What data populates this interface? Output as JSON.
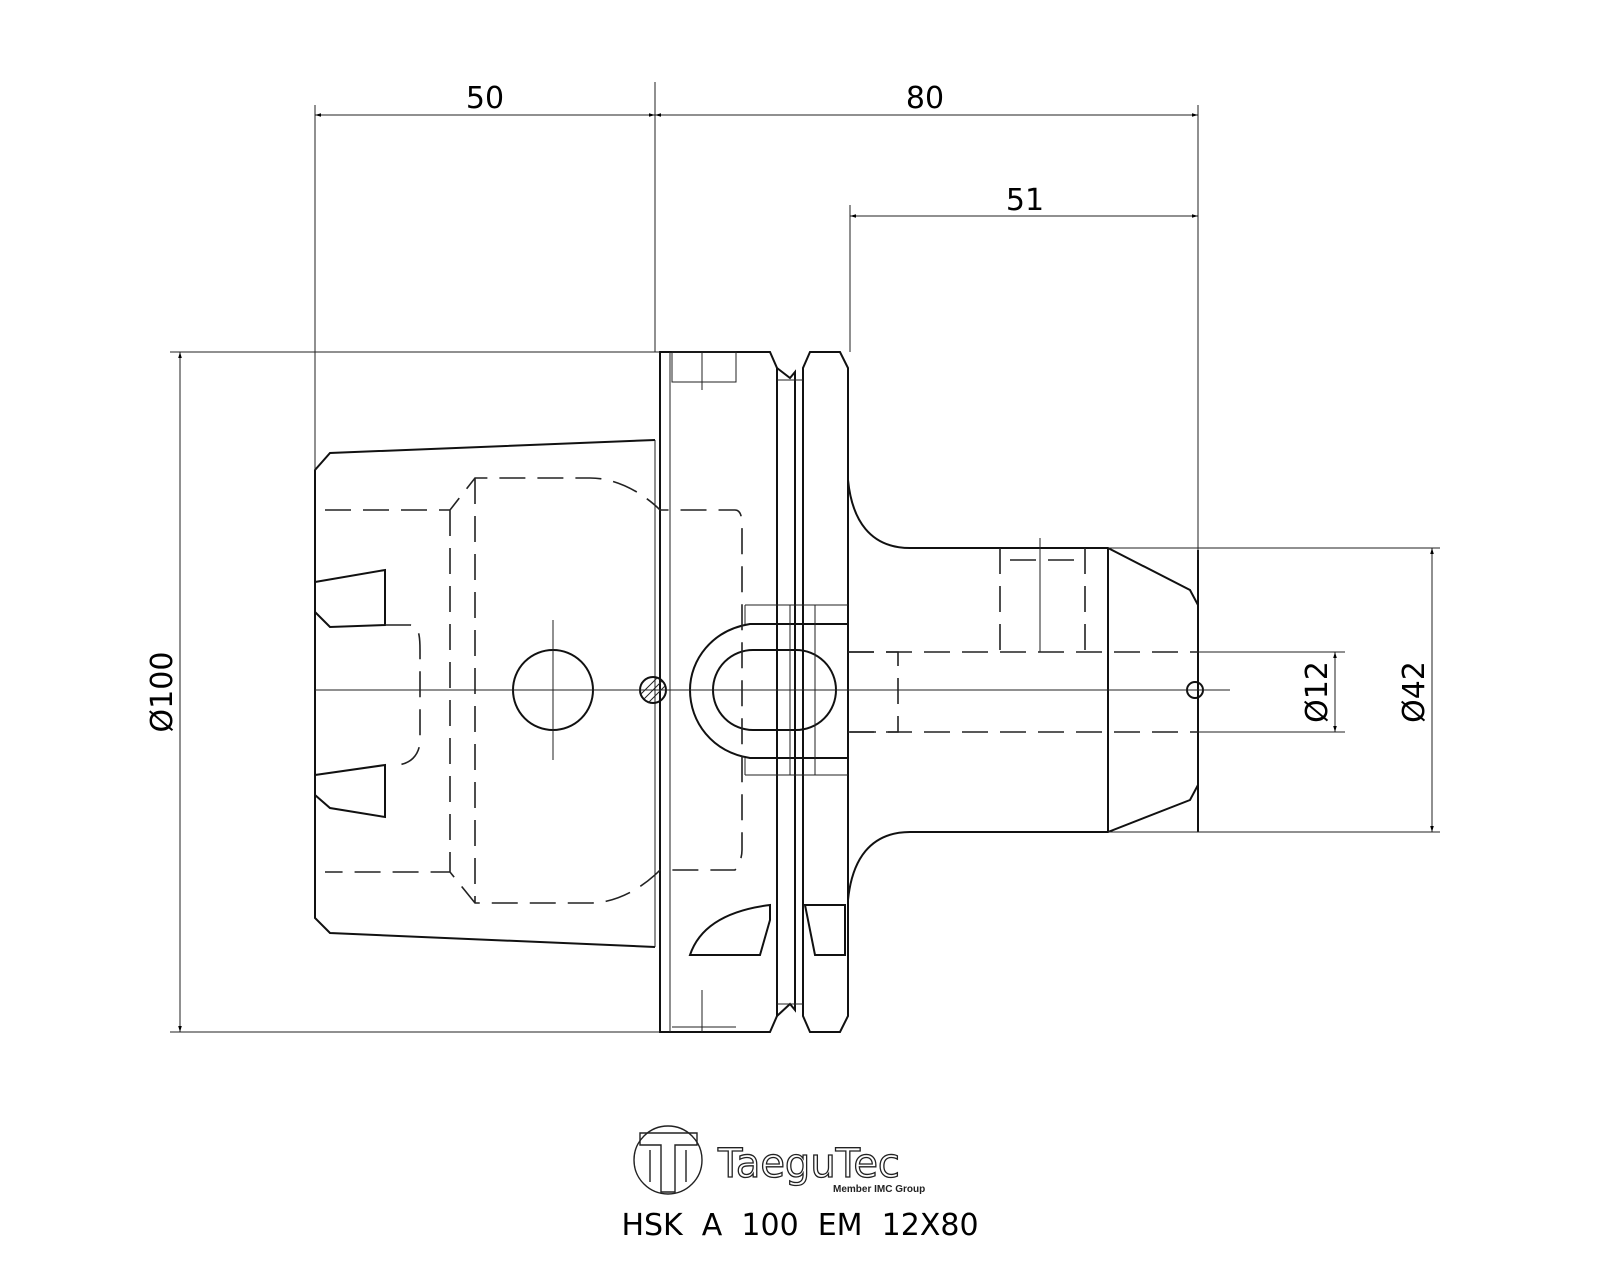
{
  "dimensions": {
    "length_flange": "50",
    "length_total": "80",
    "length_shank": "51",
    "dia_flange": "Ø100",
    "dia_nose": "Ø42",
    "dia_bore": "Ø12"
  },
  "logo": {
    "brand": "TaeguTec",
    "tagline": "Member IMC Group"
  },
  "part_designation": "HSK  A  100  EM  12X80"
}
